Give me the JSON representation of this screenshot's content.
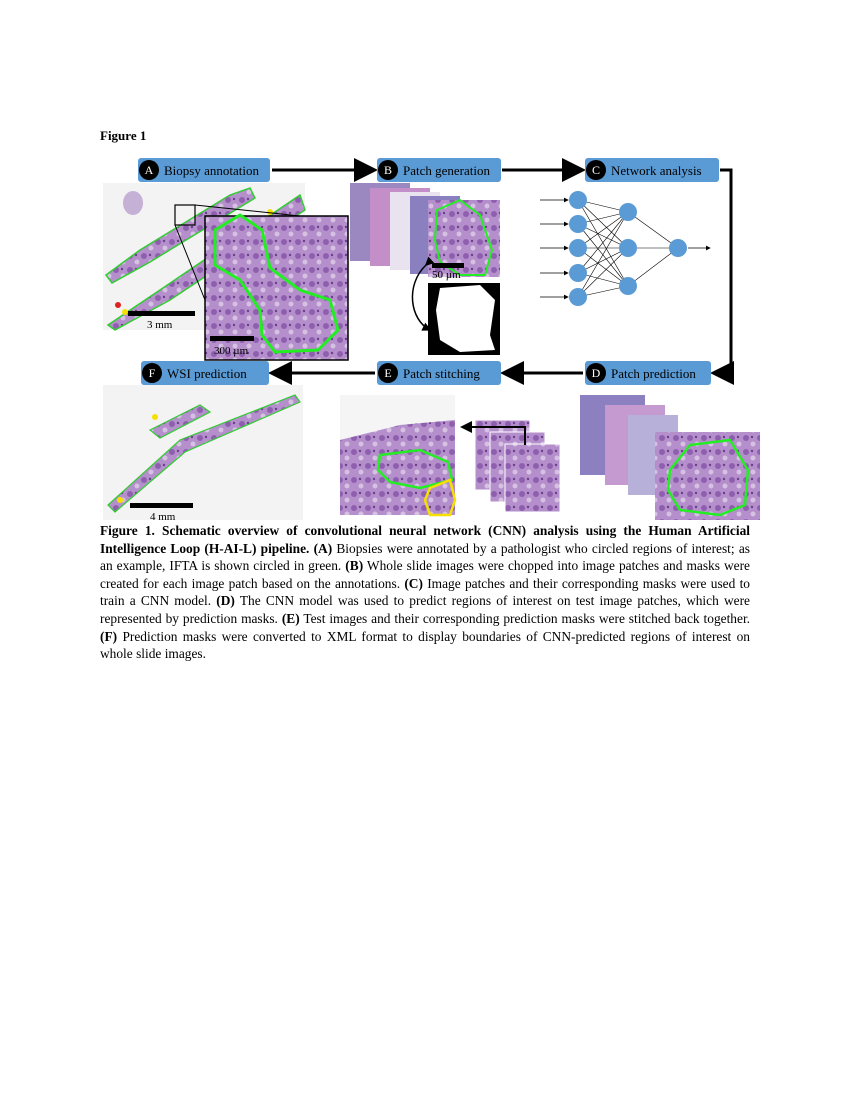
{
  "figure_label": "Figure 1",
  "stages": [
    {
      "letter": "A",
      "label": "Biopsy annotation"
    },
    {
      "letter": "B",
      "label": "Patch generation"
    },
    {
      "letter": "C",
      "label": "Network analysis"
    },
    {
      "letter": "D",
      "label": "Patch prediction"
    },
    {
      "letter": "E",
      "label": "Patch stitching"
    },
    {
      "letter": "F",
      "label": "WSI prediction"
    }
  ],
  "scale_bars": {
    "a_wsi": "3 mm",
    "a_inset": "300 µm",
    "b_patch": "50 µm",
    "f_wsi": "4 mm"
  },
  "colors": {
    "stage_box": "#5b9bd5",
    "badge": "#000000",
    "annotation": "#22dd22",
    "tissue": "#a77cc0",
    "node": "#5b9bd5",
    "highlight": "#f5e000"
  },
  "caption": {
    "title": "Figure 1. Schematic overview of convolutional neural network (CNN) analysis using the Human Artificial Intelligence Loop (H-AI-L) pipeline.",
    "parts": [
      {
        "tag": "(A)",
        "text": " Biopsies were annotated by a pathologist who circled regions of interest; as an example, IFTA is shown circled in green. "
      },
      {
        "tag": "(B)",
        "text": " Whole slide images were chopped into image patches and masks were created for each image patch based on the annotations. "
      },
      {
        "tag": "(C)",
        "text": " Image patches and their corresponding masks were used to train a CNN model. "
      },
      {
        "tag": "(D)",
        "text": " The CNN model was used to predict regions of interest on test image patches, which were represented by prediction masks. "
      },
      {
        "tag": "(E)",
        "text": " Test images and their corresponding prediction masks were stitched back together. "
      },
      {
        "tag": "(F)",
        "text": " Prediction masks were converted to XML format to display boundaries of CNN-predicted regions of interest on whole slide images."
      }
    ]
  }
}
